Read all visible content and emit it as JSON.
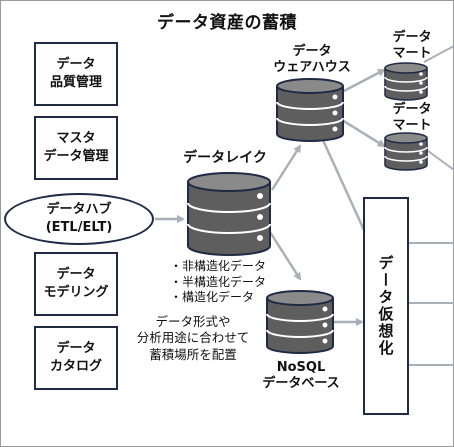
{
  "title": "データ資産の蓄積",
  "left_boxes": [
    {
      "label": "データ\n品質管理"
    },
    {
      "label": "マスタ\nデータ管理"
    },
    {
      "label": "データ\nモデリング"
    },
    {
      "label": "データ\nカタログ"
    }
  ],
  "hub": {
    "label": "データハブ\n(ETL/ELT)"
  },
  "lake": {
    "label": "データレイク",
    "types": "・非構造化データ\n・半構造化データ\n・構造化データ"
  },
  "note": "データ形式や\n分析用途に合わせて\n蓄積場所を配置",
  "warehouse": {
    "label": "データ\nウェアハウス"
  },
  "mart1": {
    "label": "データ\nマート"
  },
  "mart2": {
    "label": "データ\nマート"
  },
  "nosql": {
    "label": "NoSQL\nデータベース"
  },
  "virtualization": {
    "label": "データ仮想化"
  },
  "colors": {
    "border": "#1f2a44",
    "db_fill": "#6b6b6b",
    "db_dark": "#4a4a4a",
    "db_top": "#8c8c8c",
    "arrow": "#a9b0b8"
  }
}
